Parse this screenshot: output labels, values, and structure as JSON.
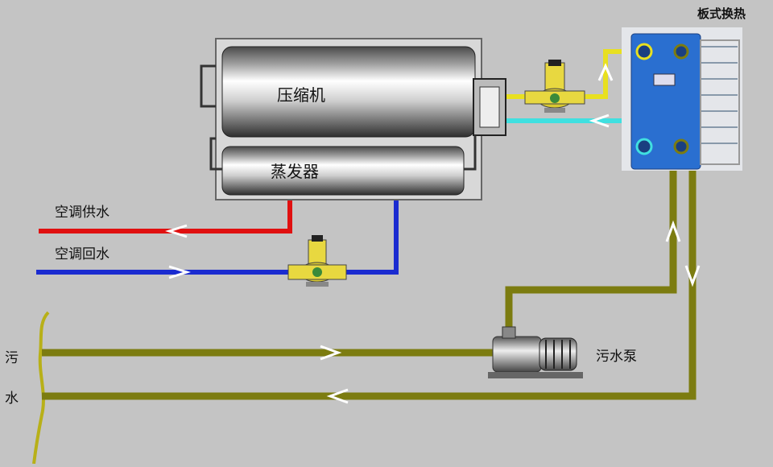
{
  "labels": {
    "compressor": "压缩机",
    "evaporator": "蒸发器",
    "plate_exchanger": "板式换热",
    "ac_supply": "空调供水",
    "ac_return": "空调回水",
    "sewage_pump": "污水泵",
    "sewage_char1": "污",
    "sewage_char2": "水"
  },
  "colors": {
    "background": "#c4c4c4",
    "supply_line": "#e01010",
    "return_line": "#1a2bd0",
    "sewage_line": "#8a8a14",
    "refrigerant_hot": "#e8e020",
    "refrigerant_cold": "#40e0e0",
    "exchanger_body": "#2a6fd0",
    "pump_body": "#e8d840"
  }
}
